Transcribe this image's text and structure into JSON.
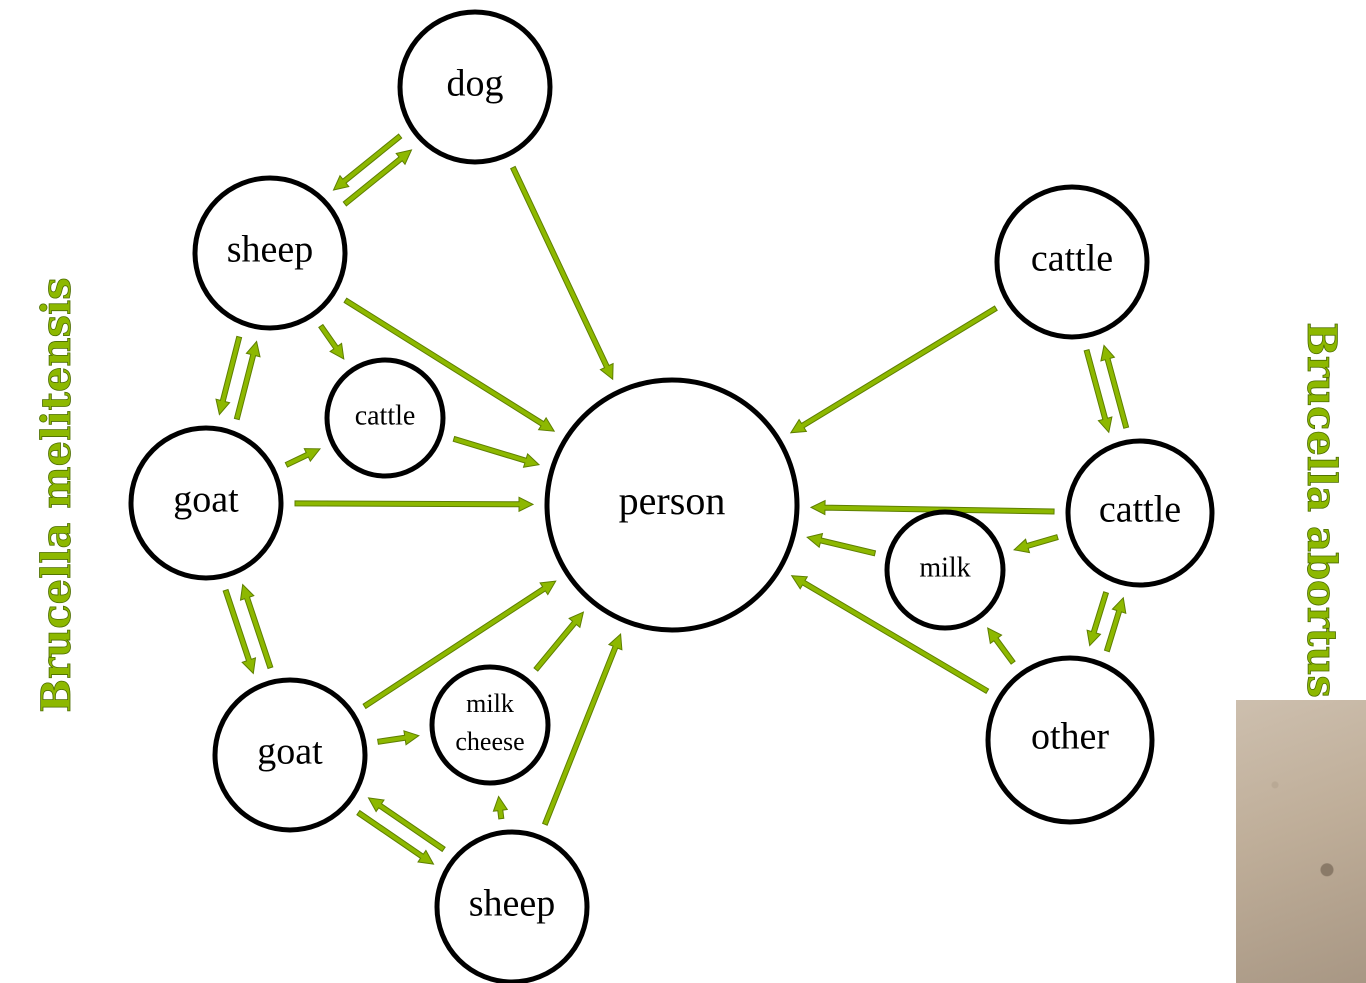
{
  "colors": {
    "arrow": "#8DB800",
    "arrow_outline": "#5E7F00",
    "node_stroke": "#000000"
  },
  "labels": {
    "left": "Brucella melitensis",
    "right": "Brucella abortus"
  },
  "nodes": [
    {
      "id": "dog",
      "label": "dog"
    },
    {
      "id": "sheep_top",
      "label": "sheep"
    },
    {
      "id": "cattle_small",
      "label": "cattle"
    },
    {
      "id": "goat_mid",
      "label": "goat"
    },
    {
      "id": "goat_low",
      "label": "goat"
    },
    {
      "id": "milk_cheese",
      "label": "milk\ncheese"
    },
    {
      "id": "sheep_bottom",
      "label": "sheep"
    },
    {
      "id": "person",
      "label": "person"
    },
    {
      "id": "cattle_top_right",
      "label": "cattle"
    },
    {
      "id": "cattle_right",
      "label": "cattle"
    },
    {
      "id": "milk",
      "label": "milk"
    },
    {
      "id": "other",
      "label": "other"
    }
  ],
  "edges": [
    {
      "from": "sheep_top",
      "to": "dog"
    },
    {
      "from": "dog",
      "to": "sheep_top"
    },
    {
      "from": "dog",
      "to": "person"
    },
    {
      "from": "sheep_top",
      "to": "person"
    },
    {
      "from": "sheep_top",
      "to": "cattle_small"
    },
    {
      "from": "sheep_top",
      "to": "goat_mid"
    },
    {
      "from": "goat_mid",
      "to": "sheep_top"
    },
    {
      "from": "goat_mid",
      "to": "cattle_small"
    },
    {
      "from": "cattle_small",
      "to": "person"
    },
    {
      "from": "goat_mid",
      "to": "person"
    },
    {
      "from": "goat_mid",
      "to": "goat_low"
    },
    {
      "from": "goat_low",
      "to": "goat_mid"
    },
    {
      "from": "goat_low",
      "to": "person"
    },
    {
      "from": "goat_low",
      "to": "milk_cheese"
    },
    {
      "from": "goat_low",
      "to": "sheep_bottom"
    },
    {
      "from": "sheep_bottom",
      "to": "goat_low"
    },
    {
      "from": "sheep_bottom",
      "to": "milk_cheese"
    },
    {
      "from": "milk_cheese",
      "to": "person"
    },
    {
      "from": "sheep_bottom",
      "to": "person"
    },
    {
      "from": "cattle_top_right",
      "to": "person"
    },
    {
      "from": "cattle_top_right",
      "to": "cattle_right"
    },
    {
      "from": "cattle_right",
      "to": "cattle_top_right"
    },
    {
      "from": "cattle_right",
      "to": "person"
    },
    {
      "from": "cattle_right",
      "to": "milk"
    },
    {
      "from": "milk",
      "to": "person"
    },
    {
      "from": "other",
      "to": "person"
    },
    {
      "from": "other",
      "to": "milk"
    },
    {
      "from": "other",
      "to": "cattle_right"
    },
    {
      "from": "cattle_right",
      "to": "other"
    }
  ]
}
